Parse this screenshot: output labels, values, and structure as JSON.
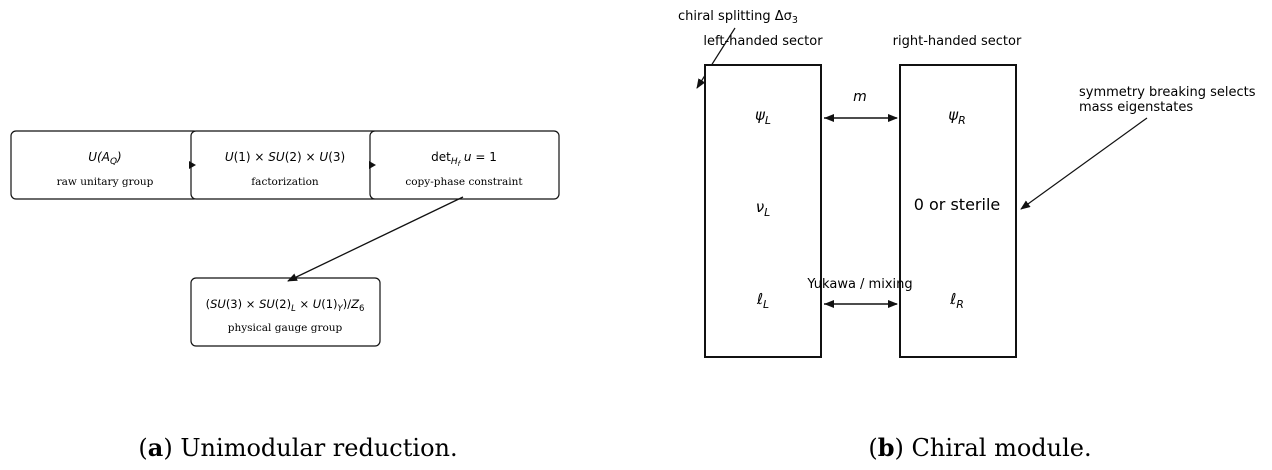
{
  "panel_a": {
    "caption_letter": "a",
    "caption_text": " Unimodular reduction.",
    "boxes": [
      {
        "title": "U(A_Q)",
        "subtitle": "raw unitary group"
      },
      {
        "title": "U(1) × SU(2) × U(3)",
        "subtitle": "factorization"
      },
      {
        "title": "det_{H_f} u = 1",
        "subtitle": "copy-phase constraint"
      },
      {
        "title": "(SU(3) × SU(2)_L × U(1)_Y)/Z_6",
        "subtitle": "physical gauge group"
      }
    ]
  },
  "panel_b": {
    "caption_letter": "b",
    "caption_text": " Chiral module.",
    "left_header": "left-handed sector",
    "right_header": "right-handed sector",
    "top_annotation": "chiral splitting Δσ",
    "top_annotation_sub": "3",
    "right_annotation_line1": "symmetry breaking selects",
    "right_annotation_line2": "mass eigenstates",
    "arrow_top_label": "m",
    "arrow_bottom_label": "Yukawa / mixing",
    "left_entries": [
      {
        "main": "ψ",
        "sub": "L"
      },
      {
        "main": "ν",
        "sub": "L"
      },
      {
        "main": "ℓ",
        "sub": "L"
      }
    ],
    "right_entries": [
      {
        "main": "ψ",
        "sub": "R"
      },
      {
        "main": "0 or sterile",
        "sub": ""
      },
      {
        "main": "ℓ",
        "sub": "R"
      }
    ]
  }
}
